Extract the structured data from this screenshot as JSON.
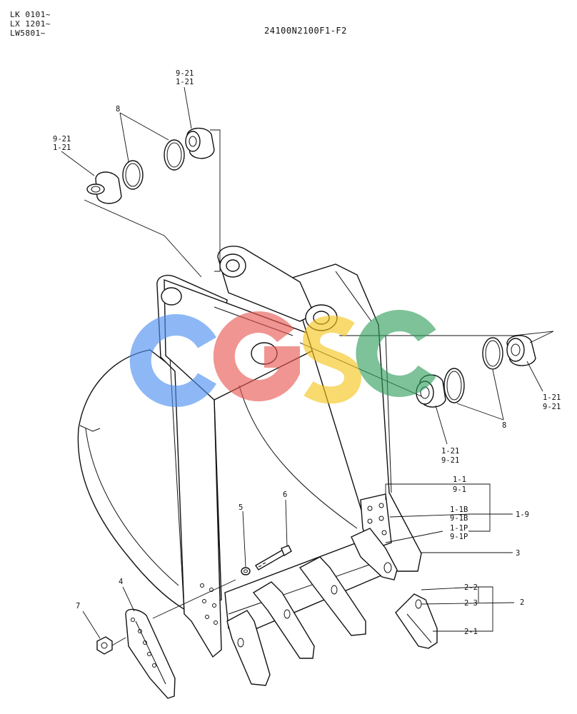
{
  "header": {
    "serial_ranges": [
      "LK 0101~",
      "LX 1201~",
      "LW5801~"
    ],
    "drawing_number": "24100N2100F1-F2"
  },
  "callouts": {
    "pin_top_label_a": "9-21",
    "pin_top_label_b": "1-21",
    "oring_top": "8",
    "pin_left_label_a": "9-21",
    "pin_left_label_b": "1-21",
    "pin_right_label_a": "1-21",
    "pin_right_label_b": "9-21",
    "pin_mid_label_a": "1-21",
    "pin_mid_label_b": "9-21",
    "oring_right": "8",
    "bucket_a": "1-1",
    "bucket_b": "9-1",
    "bracket_a": "1-1B",
    "bracket_b": "9-1B",
    "tooth_adapter_a": "1-1P",
    "tooth_adapter_b": "9-1P",
    "assembly_ref": "1-9",
    "side_cutter": "3",
    "washer": "5",
    "bolt": "6",
    "side_plate": "4",
    "nut": "7",
    "tooth_assembly": "2",
    "tooth_pin": "2-2",
    "tooth_lock": "2-3",
    "tooth_point": "2-1"
  },
  "watermark": {
    "letters": [
      "C",
      "G",
      "S",
      "C"
    ],
    "colors": [
      "#4a8ef0",
      "#e8554f",
      "#f5c518",
      "#2e9e5b"
    ]
  }
}
